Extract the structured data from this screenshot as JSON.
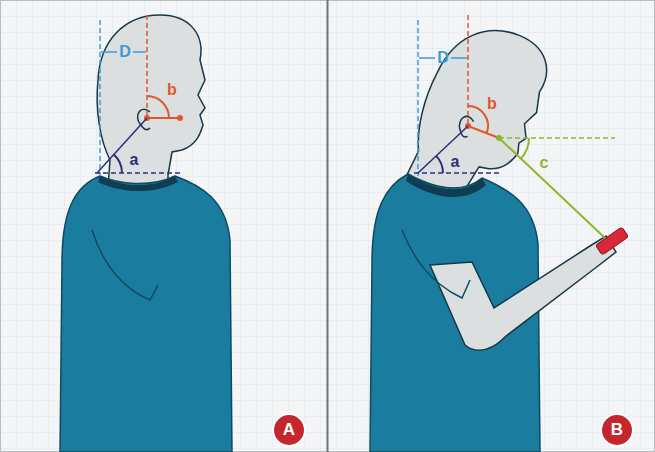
{
  "diagram": {
    "nodes": [
      {
        "text": [
          "A"
        ]
      },
      {
        "text": [
          "B"
        ]
      }
    ],
    "labels": [
      "D",
      "b",
      "a",
      "D",
      "b",
      "a",
      "c"
    ]
  }
}
